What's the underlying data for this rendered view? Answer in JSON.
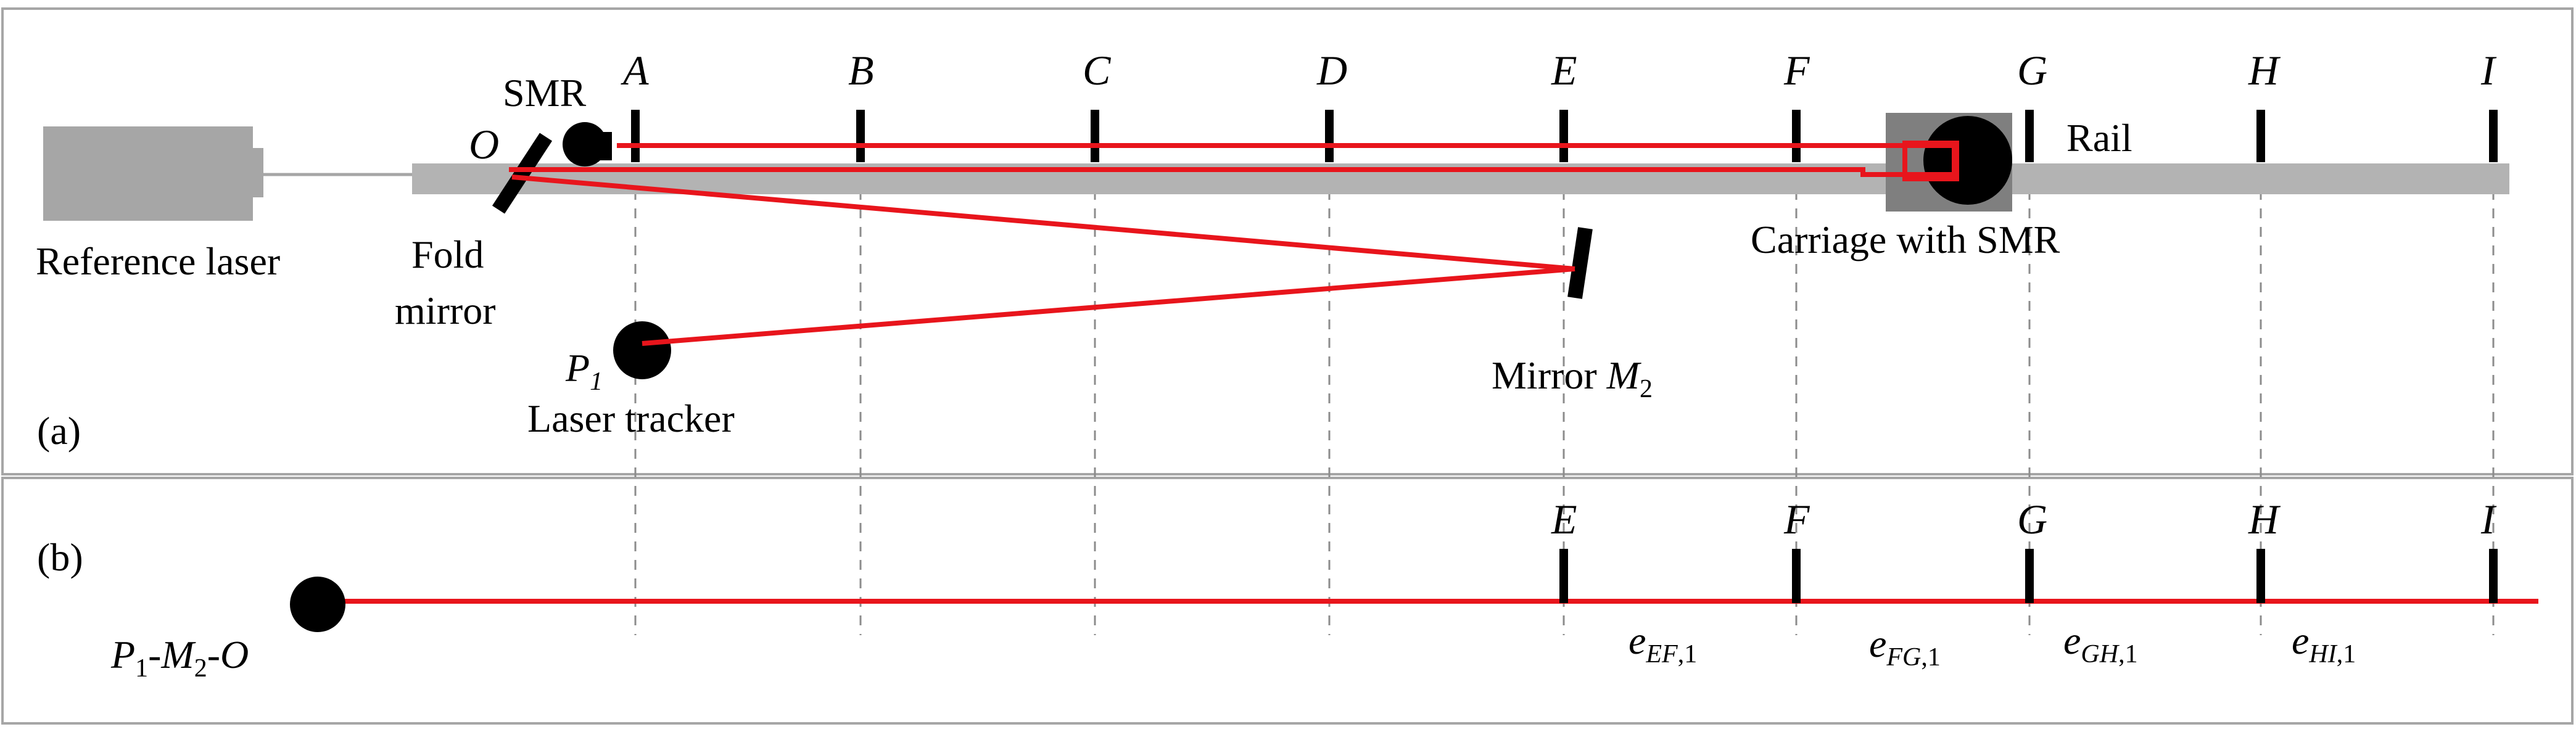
{
  "colors": {
    "beam": "#e8151c",
    "rail": "#b3b3b3",
    "laser_body": "#a6a6a6",
    "carriage": "#7f7f7f",
    "dark": "#000000",
    "dash": "#8c8c8c",
    "frame": "#a6a6a6"
  },
  "panel_a": {
    "label": "(a)",
    "reference_laser": "Reference laser",
    "fold_mirror_line1": "Fold",
    "fold_mirror_line2": "mirror",
    "smr": "SMR",
    "point_o": "O",
    "rail": "Rail",
    "carriage": "Carriage with SMR",
    "tracker_symbol": "P",
    "tracker_subscript": "1",
    "laser_tracker": "Laser tracker",
    "mirror_text": "Mirror ",
    "mirror_symbol": "M",
    "mirror_subscript": "2",
    "stations": [
      "A",
      "B",
      "C",
      "D",
      "E",
      "F",
      "G",
      "H",
      "I"
    ]
  },
  "panel_b": {
    "label": "(b)",
    "origin_p": "P",
    "origin_p_sub": "1",
    "origin_sep1": "-",
    "origin_m": "M",
    "origin_m_sub": "2",
    "origin_sep2": "-",
    "origin_o": "O",
    "stations": [
      "E",
      "F",
      "G",
      "H",
      "I"
    ],
    "errors": [
      {
        "base": "e",
        "sub": "EF",
        "suffix": ",1"
      },
      {
        "base": "e",
        "sub": "FG",
        "suffix": ",1"
      },
      {
        "base": "e",
        "sub": "GH",
        "suffix": ",1"
      },
      {
        "base": "e",
        "sub": "HI",
        "suffix": ",1"
      }
    ]
  }
}
